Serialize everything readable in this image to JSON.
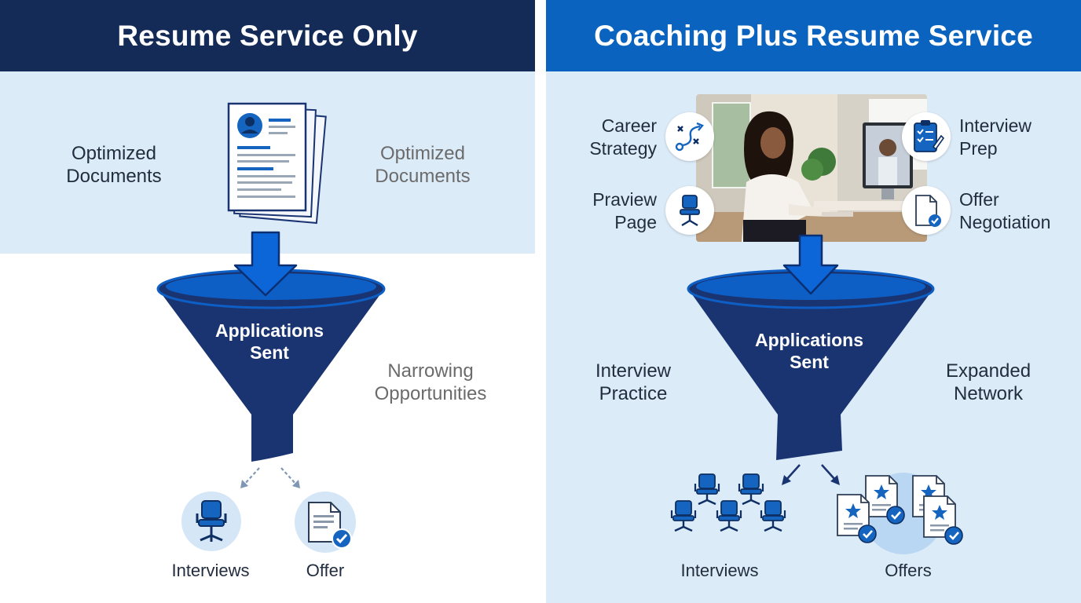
{
  "left": {
    "header": "Resume Service Only",
    "doc_label_left": [
      "Optimized",
      "Documents"
    ],
    "doc_label_right": [
      "Optimized",
      "Documents"
    ],
    "funnel_label": [
      "Applications",
      "Sent"
    ],
    "side_label": [
      "Narrowing",
      "Opportunities"
    ],
    "outcome_interviews": "Interviews",
    "outcome_offer": "Offer"
  },
  "right": {
    "header": "Coaching Plus Resume Service",
    "career_strategy": [
      "Career",
      "Strategy"
    ],
    "interview_prep": [
      "Interview",
      "Prep"
    ],
    "praview_page": [
      "Praview",
      "Page"
    ],
    "offer_negotiation": [
      "Offer",
      "Negotiation"
    ],
    "funnel_label": [
      "Applications",
      "Sent"
    ],
    "interview_practice": [
      "Interview",
      "Practice"
    ],
    "expanded_network": [
      "Expanded",
      "Network"
    ],
    "outcome_interviews": "Interviews",
    "outcome_offers": "Offers"
  },
  "colors": {
    "navy": "#142a57",
    "brand_blue": "#0a63bf",
    "light_blue_bg": "#dcebf8",
    "funnel_fill": "#1a3472",
    "funnel_rim": "#0d5fc6",
    "icon_blue": "#1565c0"
  },
  "icons": [
    "resume-document-icon",
    "office-chair-icon",
    "offer-document-check-icon",
    "strategy-play-icon",
    "clipboard-checklist-icon",
    "document-check-icon",
    "star-document-check-icon"
  ]
}
